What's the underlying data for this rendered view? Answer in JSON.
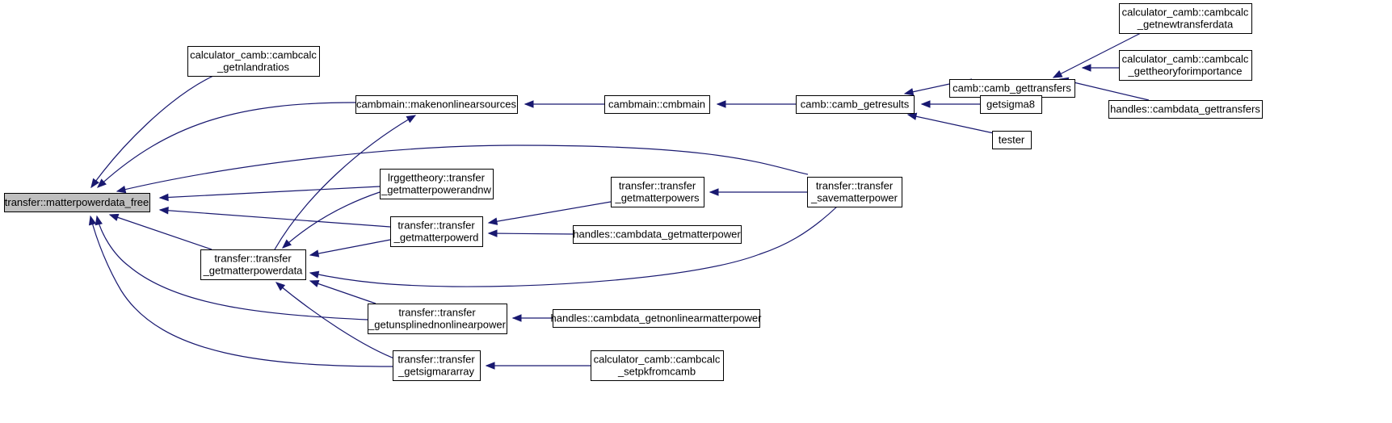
{
  "graph": {
    "title": "",
    "colors": {
      "edge": "#191970",
      "root_fill": "#bfbfbf",
      "node_fill": "#ffffff",
      "node_stroke": "#000000"
    },
    "nodes": {
      "root": [
        "transfer::matterpowerdata_free"
      ],
      "n_getnlandratios": [
        "calculator_camb::cambcalc",
        "_getnlandratios"
      ],
      "n_makenonlinear": [
        "cambmain::makenonlinearsources"
      ],
      "n_cmbmain": [
        "cambmain::cmbmain"
      ],
      "n_getresults": [
        "camb::camb_getresults"
      ],
      "n_gettransfers": [
        "camb::camb_gettransfers"
      ],
      "n_getnewtransferdata": [
        "calculator_camb::cambcalc",
        "_getnewtransferdata"
      ],
      "n_gettheoryforimportance": [
        "calculator_camb::cambcalc",
        "_gettheoryforimportance"
      ],
      "n_cambdata_gettransfers": [
        "handles::cambdata_gettransfers"
      ],
      "n_getsigma8": [
        "getsigma8"
      ],
      "n_tester": [
        "tester"
      ],
      "n_lrgg": [
        "lrggettheory::transfer",
        "_getmatterpowerandnw"
      ],
      "n_savematterpower": [
        "transfer::transfer",
        "_savematterpower"
      ],
      "n_getmatterpowers": [
        "transfer::transfer",
        "_getmatterpowers"
      ],
      "n_getmatterpowerd": [
        "transfer::transfer",
        "_getmatterpowerd"
      ],
      "n_cambdata_getmatterpower": [
        "handles::cambdata_getmatterpower"
      ],
      "n_getmatterpowerdata": [
        "transfer::transfer",
        "_getmatterpowerdata"
      ],
      "n_getunsplined": [
        "transfer::transfer",
        "_getunsplinednonlinearpower"
      ],
      "n_cambdata_getnonlinear": [
        "handles::cambdata_getnonlinearmatterpower"
      ],
      "n_getsigmararray": [
        "transfer::transfer",
        "_getsigmararray"
      ],
      "n_setpkfromcamb": [
        "calculator_camb::cambcalc",
        "_setpkfromcamb"
      ]
    },
    "edges": [
      [
        "n_getnlandratios",
        "root"
      ],
      [
        "n_makenonlinear",
        "root"
      ],
      [
        "n_savematterpower",
        "root"
      ],
      [
        "n_lrgg",
        "root"
      ],
      [
        "n_getmatterpowerd",
        "root"
      ],
      [
        "n_getmatterpowerdata",
        "root"
      ],
      [
        "n_getunsplined",
        "root"
      ],
      [
        "n_getsigmararray",
        "root"
      ],
      [
        "n_cmbmain",
        "n_makenonlinear"
      ],
      [
        "n_getmatterpowerdata",
        "n_makenonlinear"
      ],
      [
        "n_getresults",
        "n_cmbmain"
      ],
      [
        "n_gettransfers",
        "n_getresults"
      ],
      [
        "n_getsigma8",
        "n_getresults"
      ],
      [
        "n_tester",
        "n_getresults"
      ],
      [
        "n_getnewtransferdata",
        "n_gettransfers"
      ],
      [
        "n_gettheoryforimportance",
        "n_gettransfers"
      ],
      [
        "n_cambdata_gettransfers",
        "n_gettransfers"
      ],
      [
        "n_lrgg",
        "n_getmatterpowerdata"
      ],
      [
        "n_getmatterpowerd",
        "n_getmatterpowerdata"
      ],
      [
        "n_getunsplined",
        "n_getmatterpowerdata"
      ],
      [
        "n_getsigmararray",
        "n_getmatterpowerdata"
      ],
      [
        "n_savematterpower",
        "n_getmatterpowerdata"
      ],
      [
        "n_getmatterpowers",
        "n_getmatterpowerd"
      ],
      [
        "n_cambdata_getmatterpower",
        "n_getmatterpowerd"
      ],
      [
        "n_savematterpower",
        "n_getmatterpowers"
      ],
      [
        "n_cambdata_getnonlinear",
        "n_getunsplined"
      ],
      [
        "n_setpkfromcamb",
        "n_getsigmararray"
      ]
    ]
  }
}
